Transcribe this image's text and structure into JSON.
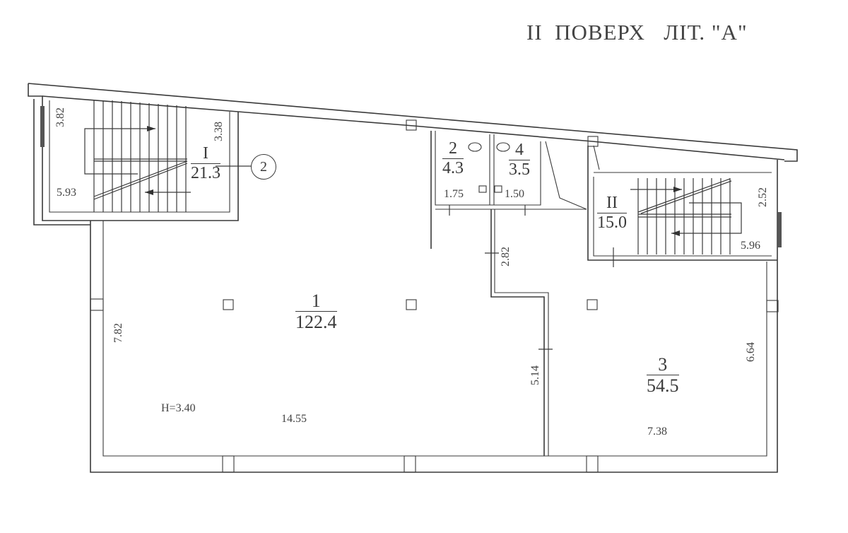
{
  "title": "II  ПОВЕРХ   ЛІТ. \"А\"",
  "rooms": [
    {
      "id": "I",
      "area": "21.3",
      "type": "stairwell"
    },
    {
      "id": "1",
      "area": "122.4",
      "type": "main-hall"
    },
    {
      "id": "2",
      "area": "4.3",
      "type": "wc"
    },
    {
      "id": "4",
      "area": "3.5",
      "type": "wc"
    },
    {
      "id": "II",
      "area": "15.0",
      "type": "stairwell"
    },
    {
      "id": "3",
      "area": "54.5",
      "type": "room"
    }
  ],
  "dimensions": {
    "stair1_left": "3.82",
    "stair1_right": "3.38",
    "stair1_bottom": "5.93",
    "wc2_width": "1.75",
    "wc4_width": "1.50",
    "corridor": "2.82",
    "stair2_right": "2.52",
    "stair2_bottom": "5.96",
    "hall_left": "7.82",
    "hall_bottom": "14.55",
    "partition": "5.14",
    "room3_right": "6.64",
    "room3_bottom": "7.38"
  },
  "ceiling_height": "H=3.40",
  "entrance_marker": "2"
}
